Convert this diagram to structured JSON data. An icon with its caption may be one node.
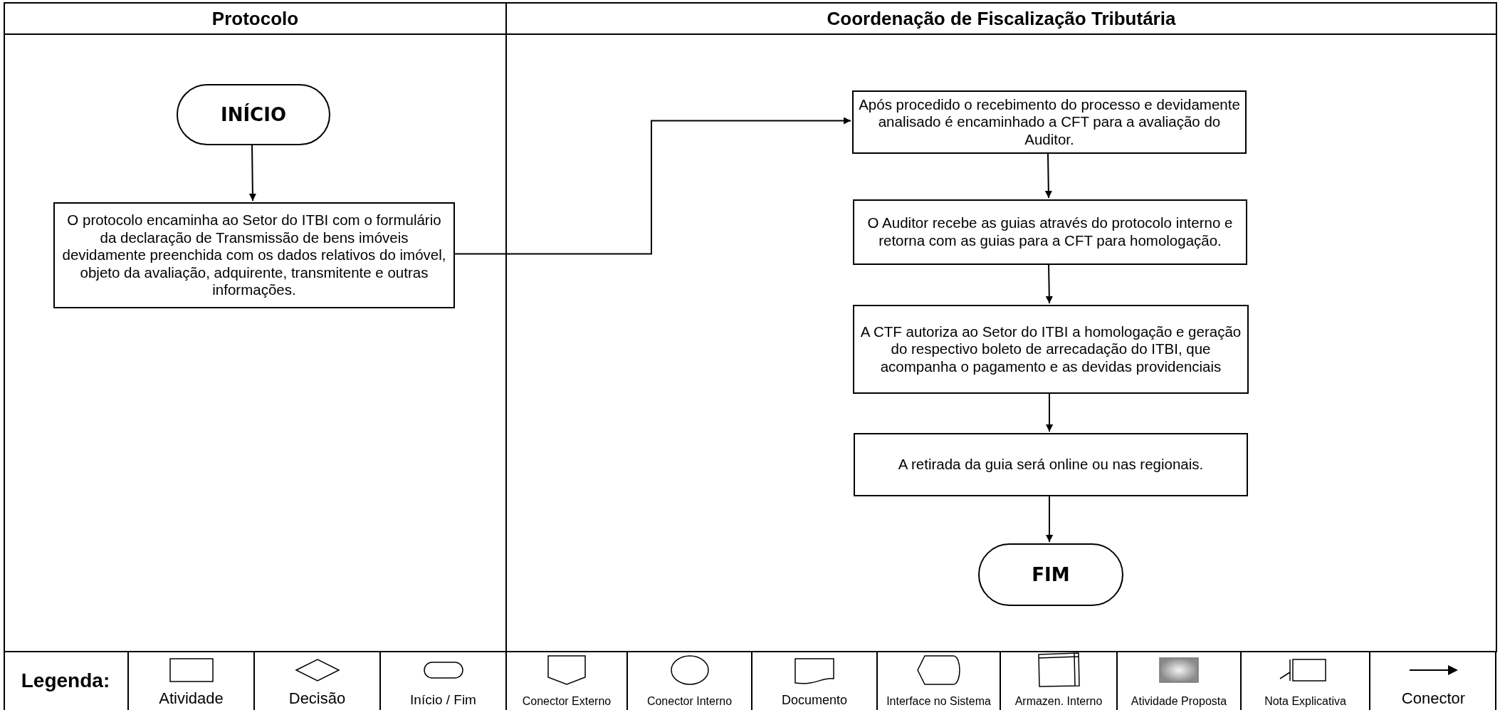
{
  "diagram": {
    "nodes": [
      {
        "text": [
          "Protocolo"
        ]
      },
      {
        "text": [
          "Coordenação de Fiscalização Tributária"
        ]
      },
      {
        "text": [
          "INÍCIO"
        ],
        "in": 0
      },
      {
        "text": [
          "O protocolo encaminha ao Setor do ITBI com o formulário da declaração de Transmissão de bens imóveis devidamente preenchida com os dados relativos do imóvel, objeto da avaliação, adquirente, transmitente e outras informações."
        ],
        "in": 0
      },
      {
        "text": [
          "Após procedido o recebimento do processo e devidamente analisado é encaminhado a CFT para a avaliação do Auditor."
        ],
        "in": 1
      },
      {
        "text": [
          "O Auditor recebe as guias através do protocolo interno e retorna com as guias para a CFT para homologação."
        ],
        "in": 1
      },
      {
        "text": [
          "A CTF autoriza ao Setor do ITBI a homologação e geração do respectivo boleto de arrecadação do ITBI, que acompanha o pagamento e as devidas providenciais"
        ],
        "in": 1
      },
      {
        "text": [
          "A retirada da guia será online ou nas regionais."
        ],
        "in": 1
      },
      {
        "text": [
          "FIM"
        ],
        "in": 1
      }
    ],
    "edges": [
      {
        "from": 2,
        "to": 3,
        "arrow": "to"
      },
      {
        "from": 3,
        "to": 4,
        "arrow": "to"
      },
      {
        "from": 4,
        "to": 5,
        "arrow": "to"
      },
      {
        "from": 5,
        "to": 6,
        "arrow": "to"
      },
      {
        "from": 6,
        "to": 7,
        "arrow": "to"
      },
      {
        "from": 7,
        "to": 8,
        "arrow": "to"
      }
    ],
    "labels": [
      "Legenda:"
    ],
    "legend": [
      {
        "text": "Atividade"
      },
      {
        "text": "Decisão"
      },
      {
        "text": "Início / Fim"
      },
      {
        "text": "Conector Externo"
      },
      {
        "text": "Conector Interno"
      },
      {
        "text": "Documento"
      },
      {
        "text": "Interface no Sistema"
      },
      {
        "text": "Armazen. Interno"
      },
      {
        "text": "Atividade Proposta"
      },
      {
        "text": "Nota Explicativa"
      },
      {
        "text": "Conector"
      }
    ]
  }
}
